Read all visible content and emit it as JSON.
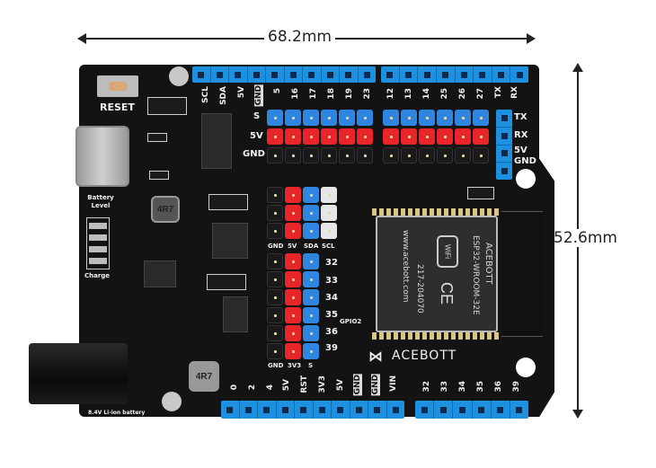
{
  "dimensions": {
    "width_label": "68.2mm",
    "height_label": "52.6mm"
  },
  "board": {
    "brand": "ACEBOTT",
    "module": {
      "name": "ESP32-WROOM-32E",
      "brand": "ACEBOTT",
      "website": "www.acebott.com",
      "cert_id": "217-204070",
      "wifi_logo": "WiFi",
      "ce_mark": "CE"
    },
    "reset_label": "RESET",
    "battery_level_label": "Battery Level",
    "charge_label": "Charge",
    "battery_label": "8.4V Li-ion battery",
    "gpio2_label": "GPIO2",
    "inductor_markings": [
      "4R7",
      "4R7"
    ],
    "top_header_left_labels": [
      "SCL",
      "SDA",
      "5V",
      "GND",
      "5",
      "16",
      "17",
      "18",
      "19",
      "23"
    ],
    "top_header_right_labels": [
      "12",
      "13",
      "14",
      "25",
      "26",
      "27",
      "TX",
      "RX"
    ],
    "servo_row_labels": [
      "S",
      "5V",
      "GND"
    ],
    "uart_header_labels": [
      "TX",
      "RX",
      "5V",
      "GND"
    ],
    "i2c_header_labels": [
      "GND",
      "5V",
      "SDA",
      "SCL"
    ],
    "analog_header_pins": [
      "32",
      "33",
      "34",
      "35",
      "36",
      "39"
    ],
    "analog_header_row_labels": [
      "GND",
      "3V3",
      "S"
    ],
    "bottom_header_left_labels": [
      "0",
      "2",
      "4",
      "5V",
      "RST",
      "3V3",
      "5V",
      "GND",
      "GND",
      "VIN"
    ],
    "bottom_header_right_labels": [
      "32",
      "33",
      "34",
      "35",
      "36",
      "39"
    ]
  },
  "colors": {
    "pcb": "#131313",
    "header_blue": "#1e90e0",
    "cap_red": "#e8262a",
    "cap_blue": "#2f86e0",
    "silkscreen": "#f2f2f2"
  }
}
